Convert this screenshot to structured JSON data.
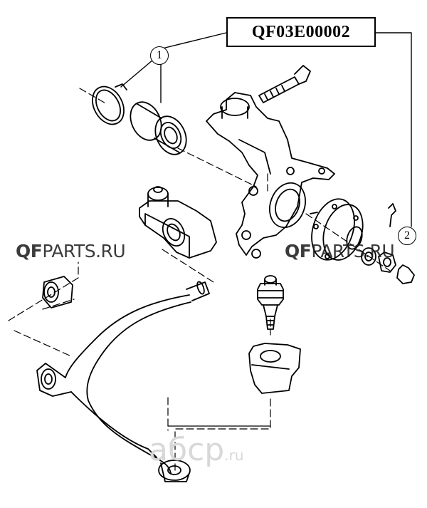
{
  "part_number": "QF03E00002",
  "callouts": [
    "1",
    "2"
  ],
  "watermarks": {
    "left_bold": "QF",
    "left_rest": "PARTS.RU",
    "right_bold": "QF",
    "right_rest": "PARTS.RU",
    "bottom_main": "aбcp",
    "bottom_suffix": ".ru"
  },
  "colors": {
    "line": "#000000",
    "background": "#ffffff"
  }
}
